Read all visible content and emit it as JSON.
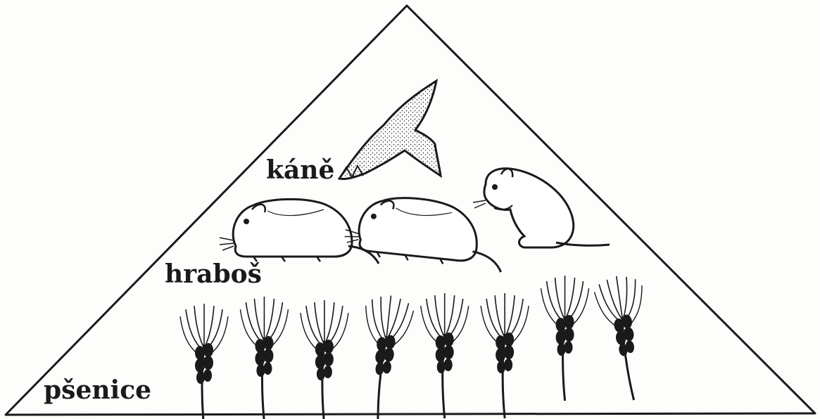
{
  "levels": [
    {
      "label": "káně",
      "organism": "bird-of-prey"
    },
    {
      "label": "hraboš",
      "organism": "vole",
      "count": 3
    },
    {
      "label": "pšenice",
      "organism": "wheat-ear",
      "count": 8
    }
  ],
  "colors": {
    "background": "#fdfdfb",
    "ink": "#1a1a1a"
  }
}
